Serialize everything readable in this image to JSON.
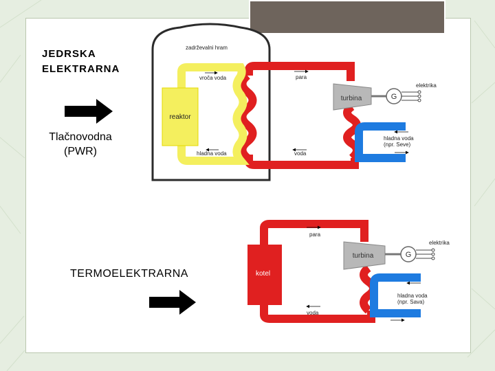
{
  "colors": {
    "background": "#e6eee1",
    "top_box": "#6e645c",
    "hot_water": "#e02020",
    "cold_water": "#1e7be0",
    "reactor_loop": "#f4ef5e",
    "turbine": "#b8b8b8"
  },
  "labels": {
    "title_line1": "JEDRSKA",
    "title_line2": "ELEKTRARNA",
    "pwr_line1": "Tlačnovodna",
    "pwr_line2": "(PWR)",
    "thermal": "TERMOELEKTRARNA"
  },
  "pwr": {
    "containment": "zadrževalni hram",
    "hot_water": "vroča voda",
    "reactor": "reaktor",
    "cold_water": "hladna voda",
    "steam": "para",
    "turbine": "turbina",
    "generator": "G",
    "electricity": "elektrika",
    "cooling_line1": "hladna voda",
    "cooling_line2": "(npr. Seve)",
    "water": "voda"
  },
  "thermal_plant": {
    "steam": "para",
    "electricity": "elektrika",
    "turbine": "turbina",
    "generator": "G",
    "boiler": "kotel",
    "cooling_line1": "hladna voda",
    "cooling_line2": "(npr. Sava)",
    "water": "voda"
  },
  "icons": [
    "right-arrow-icon",
    "flow-arrow-icon",
    "electric-plug-icon"
  ]
}
